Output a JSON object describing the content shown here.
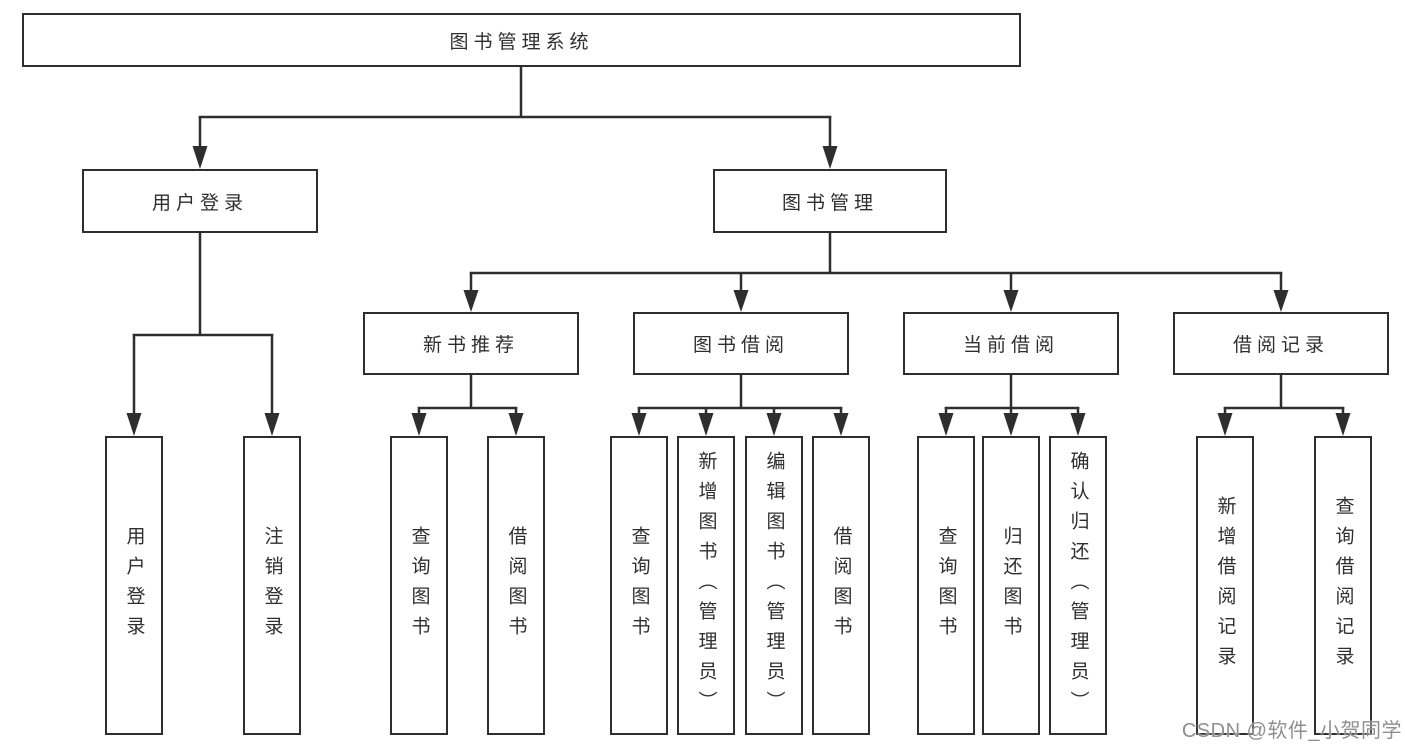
{
  "diagram": {
    "root": {
      "label": "图书管理系统"
    },
    "level2": [
      {
        "label": "用户登录"
      },
      {
        "label": "图书管理"
      }
    ],
    "level3": [
      {
        "label": "新书推荐"
      },
      {
        "label": "图书借阅"
      },
      {
        "label": "当前借阅"
      },
      {
        "label": "借阅记录"
      }
    ],
    "leaves": {
      "user_login": [
        "用户登录",
        "注销登录"
      ],
      "new_book_recommend": [
        "查询图书",
        "借阅图书"
      ],
      "book_borrow": [
        "查询图书",
        "新增图书（管理员）",
        "编辑图书（管理员）",
        "借阅图书"
      ],
      "current_borrow": [
        "查询图书",
        "归还图书",
        "确认归还（管理员）"
      ],
      "borrow_record": [
        "新增借阅记录",
        "查询借阅记录"
      ]
    }
  },
  "watermark": {
    "text": "CSDN @软件_小贺同学"
  },
  "colors": {
    "line": "#2e2e2e",
    "text": "#2f2f2f",
    "watermark": "#8f8f8f",
    "background": "#ffffff"
  }
}
